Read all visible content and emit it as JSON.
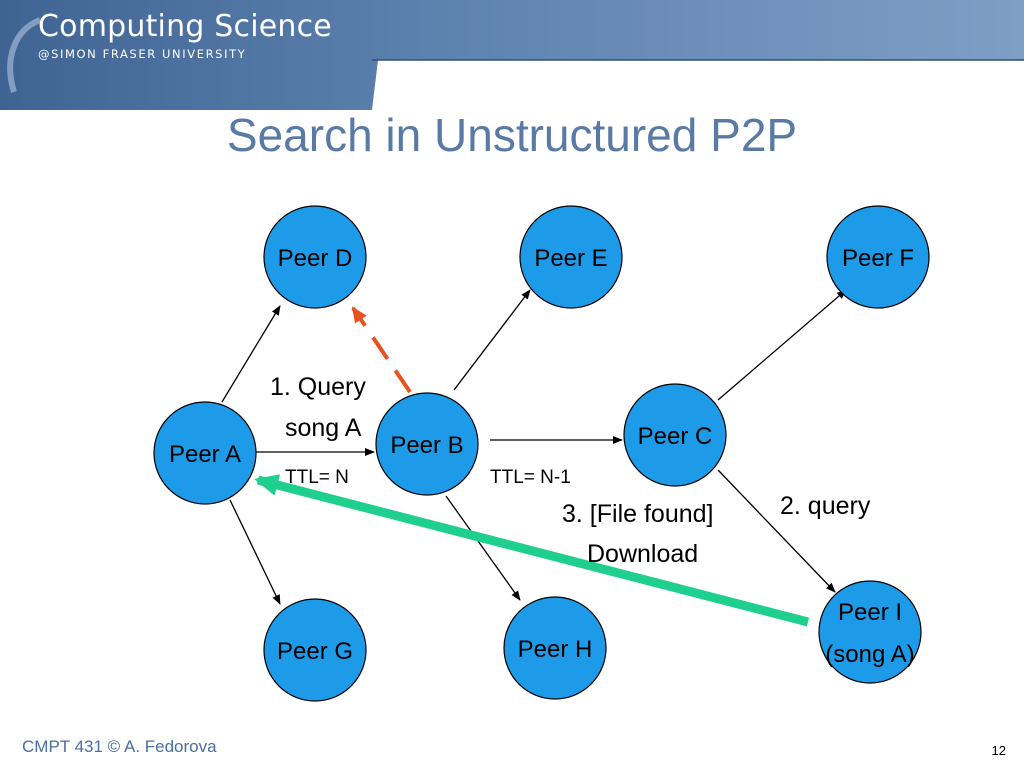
{
  "header": {
    "brand_title": "Computing Science",
    "brand_subtitle": "@SIMON FRASER UNIVERSITY"
  },
  "slide": {
    "title": "Search in Unstructured P2P"
  },
  "diagram": {
    "nodes": {
      "peer_a": "Peer A",
      "peer_b": "Peer B",
      "peer_c": "Peer C",
      "peer_d": "Peer D",
      "peer_e": "Peer E",
      "peer_f": "Peer F",
      "peer_g": "Peer G",
      "peer_h": "Peer H",
      "peer_i_line1": "Peer I",
      "peer_i_line2": "(song A)"
    },
    "annotations": {
      "query_line1": "1. Query",
      "query_line2": "song A",
      "ttl_n": "TTL= N",
      "ttl_n1": "TTL= N-1",
      "file_found": "3. [File found]",
      "download": "Download",
      "query2": "2. query"
    },
    "colors": {
      "node_fill": "#1e9be8",
      "dashed_arrow": "#e8521c",
      "download_arrow": "#1fcf8e"
    }
  },
  "footer": {
    "course": "CMPT 431 © A. Fedorova",
    "page_number": "12"
  }
}
